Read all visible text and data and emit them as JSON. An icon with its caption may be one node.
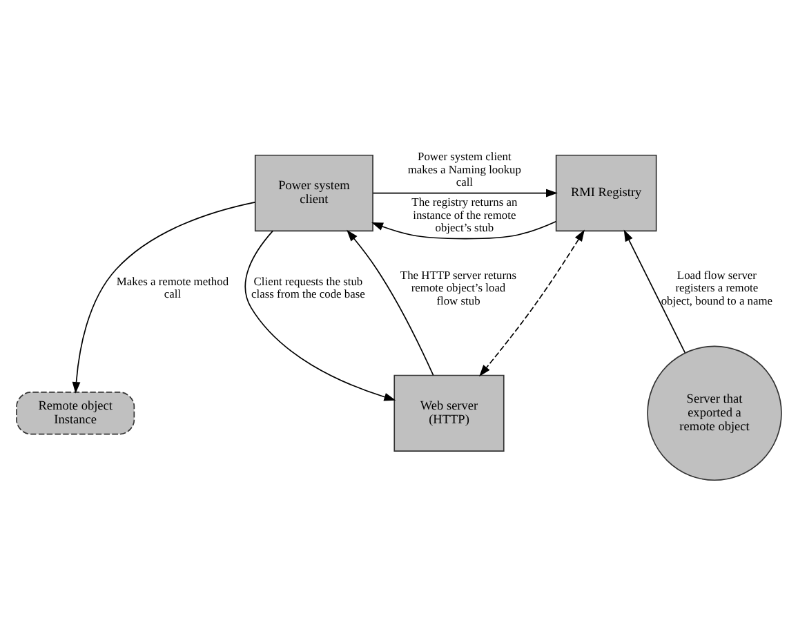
{
  "diagram": {
    "nodes": [
      {
        "text": [
          "Power system client"
        ]
      },
      {
        "text": [
          "RMI Registry"
        ]
      },
      {
        "text": [
          "Remote object Instance"
        ]
      },
      {
        "text": [
          "Server that exported a remote object"
        ]
      },
      {
        "text": [
          "Web server (HTTP)"
        ]
      }
    ],
    "edges": [
      {
        "from": 0,
        "to": 1,
        "arrow": "to",
        "label": "Power system client makes a Naming lookup call"
      },
      {
        "from": 1,
        "to": 0,
        "arrow": "to",
        "label": "The registry returns an instance of the remote object’s stub"
      },
      {
        "from": 3,
        "to": 1,
        "arrow": "to",
        "label": "Load flow server registers a remote object, bound to a name"
      },
      {
        "from": 1,
        "to": 4,
        "arrow": "both",
        "style": "dashed"
      },
      {
        "from": 0,
        "to": 4,
        "arrow": "to",
        "label": "Client requests the stub class from the code base"
      },
      {
        "from": 0,
        "to": 2,
        "arrow": "to",
        "label": "Makes a remote method call"
      },
      {
        "from": 4,
        "to": 0,
        "arrow": "to",
        "label": "The HTTP server returns remote object’s load flow stub"
      }
    ]
  }
}
